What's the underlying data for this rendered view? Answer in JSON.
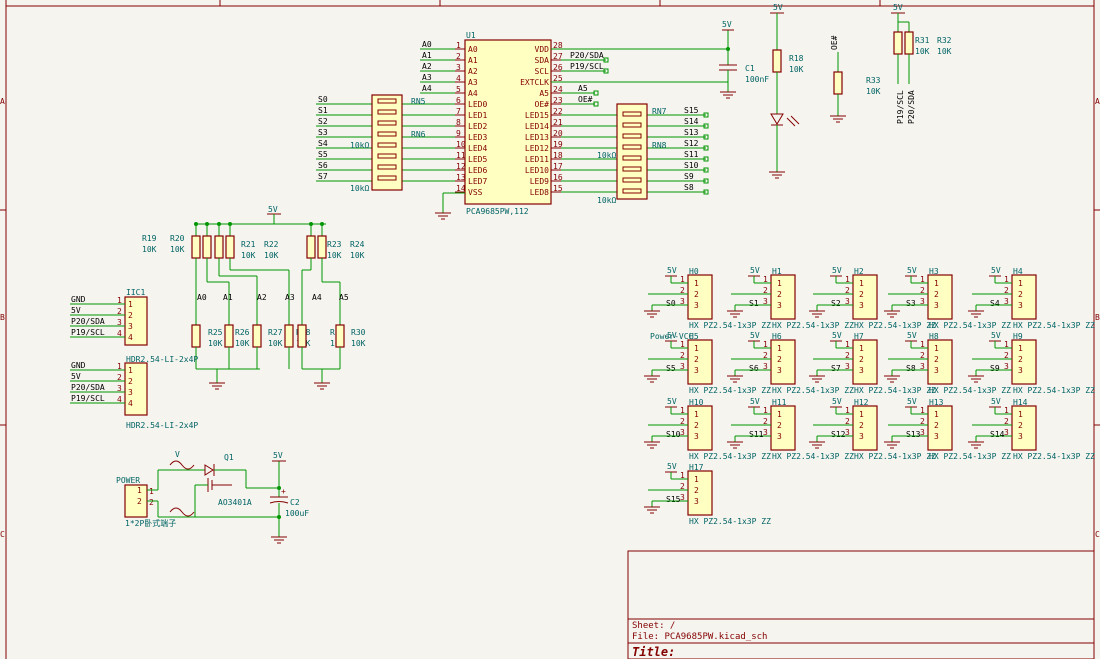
{
  "sheet": {
    "title_block": {
      "sheet_label": "Sheet: /",
      "file_label": "File: PCA9685PW.kicad_sch",
      "title_label": "Title:"
    },
    "border_letters": [
      "A",
      "B",
      "C"
    ]
  },
  "u1": {
    "ref": "U1",
    "value": "PCA9685PW,112",
    "left_pins": [
      {
        "num": "1",
        "name": "A0",
        "net": "A0"
      },
      {
        "num": "2",
        "name": "A1",
        "net": "A1"
      },
      {
        "num": "3",
        "name": "A2",
        "net": "A2"
      },
      {
        "num": "4",
        "name": "A3",
        "net": "A3"
      },
      {
        "num": "5",
        "name": "A4",
        "net": "A4"
      },
      {
        "num": "6",
        "name": "LED0",
        "net": "S0"
      },
      {
        "num": "7",
        "name": "LED1",
        "net": "S1"
      },
      {
        "num": "8",
        "name": "LED2",
        "net": "S2"
      },
      {
        "num": "9",
        "name": "LED3",
        "net": "S3"
      },
      {
        "num": "10",
        "name": "LED4",
        "net": "S4"
      },
      {
        "num": "11",
        "name": "LED5",
        "net": "S5"
      },
      {
        "num": "12",
        "name": "LED6",
        "net": "S6"
      },
      {
        "num": "13",
        "name": "LED7",
        "net": "S7"
      },
      {
        "num": "14",
        "name": "VSS",
        "net": ""
      }
    ],
    "right_pins": [
      {
        "num": "28",
        "name": "VDD",
        "net": ""
      },
      {
        "num": "27",
        "name": "SDA",
        "net": "P20/SDA"
      },
      {
        "num": "26",
        "name": "SCL",
        "net": "P19/SCL"
      },
      {
        "num": "25",
        "name": "EXTCLK",
        "net": ""
      },
      {
        "num": "24",
        "name": "A5",
        "net": "A5"
      },
      {
        "num": "23",
        "name": "OE#",
        "net": "OE#"
      },
      {
        "num": "22",
        "name": "LED15",
        "net": "S15"
      },
      {
        "num": "21",
        "name": "LED14",
        "net": "S14"
      },
      {
        "num": "20",
        "name": "LED13",
        "net": "S13"
      },
      {
        "num": "19",
        "name": "LED12",
        "net": "S12"
      },
      {
        "num": "18",
        "name": "LED11",
        "net": "S11"
      },
      {
        "num": "17",
        "name": "LED10",
        "net": "S10"
      },
      {
        "num": "16",
        "name": "LED9",
        "net": "S9"
      },
      {
        "num": "15",
        "name": "LED8",
        "net": "S8"
      }
    ]
  },
  "resistor_networks": {
    "rn5": "RN5",
    "rn6": "RN6",
    "rn7": "RN7",
    "rn8": "RN8",
    "rn5_val": "10kΩ",
    "rn6_val": "10kΩ",
    "rn8_val": "10kΩ",
    "rn7_val": "10kΩ"
  },
  "power": {
    "v5": "5V",
    "c1_ref": "C1",
    "c1_val": "100nF",
    "r18_ref": "R18",
    "r18_val": "10K",
    "oe_net": "OE#",
    "r33_ref": "R33",
    "r33_val": "10K",
    "r31_ref": "R31",
    "r31_val": "10K",
    "r32_ref": "R32",
    "r32_val": "10K",
    "p19": "P19/SCL",
    "p20": "P20/SDA"
  },
  "addr": {
    "pull_up": [
      {
        "ref": "R19",
        "val": "10K"
      },
      {
        "ref": "R20",
        "val": "10K"
      },
      {
        "ref": "R21",
        "val": "10K"
      },
      {
        "ref": "R22",
        "val": "10K"
      },
      {
        "ref": "R23",
        "val": "10K"
      },
      {
        "ref": "R24",
        "val": "10K"
      }
    ],
    "pull_down": [
      {
        "ref": "R25",
        "val": "10K"
      },
      {
        "ref": "R26",
        "val": "10K"
      },
      {
        "ref": "R27",
        "val": "10K"
      },
      {
        "ref": "R28",
        "val": "10K"
      },
      {
        "ref": "R29",
        "val": "10K"
      },
      {
        "ref": "R30",
        "val": "10K"
      }
    ],
    "nets": [
      "A0",
      "A1",
      "A2",
      "A3",
      "A4",
      "A5"
    ]
  },
  "headers": {
    "iic1": {
      "ref": "IIC1",
      "value": "HDR2.54-LI-2x4P",
      "nets": [
        "GND",
        "5V",
        "P20/SDA",
        "P19/SCL"
      ]
    },
    "iic2": {
      "ref": "HDR2.54-LI-2x4P",
      "value": "HDR2.54-LI-2x4P",
      "nets": [
        "GND",
        "5V",
        "P20/SDA",
        "P19/SCL"
      ]
    }
  },
  "power_input": {
    "conn_ref": "POWER",
    "conn_val": "1*2P卧式端子",
    "q1_ref": "Q1",
    "q1_val": "AO3401A",
    "c2_ref": "C2",
    "c2_val": "100uF",
    "v_label": "V",
    "vcc": "5V",
    "power_vcc": "Power-VCC"
  },
  "servo_headers": [
    {
      "ref": "H0",
      "net": "S0"
    },
    {
      "ref": "H1",
      "net": "S1"
    },
    {
      "ref": "H2",
      "net": "S2"
    },
    {
      "ref": "H3",
      "net": "S3"
    },
    {
      "ref": "H4",
      "net": "S4"
    },
    {
      "ref": "H5",
      "net": "S5"
    },
    {
      "ref": "H6",
      "net": "S6"
    },
    {
      "ref": "H7",
      "net": "S7"
    },
    {
      "ref": "H8",
      "net": "S8"
    },
    {
      "ref": "H9",
      "net": "S9"
    },
    {
      "ref": "H10",
      "net": "S10"
    },
    {
      "ref": "H11",
      "net": "S11"
    },
    {
      "ref": "H12",
      "net": "S12"
    },
    {
      "ref": "H13",
      "net": "S13"
    },
    {
      "ref": "H14",
      "net": "S14"
    },
    {
      "ref": "H17",
      "net": "S15"
    }
  ],
  "servo_value": "HX PZ2.54-1x3P ZZ",
  "servo_vcc": "5V"
}
